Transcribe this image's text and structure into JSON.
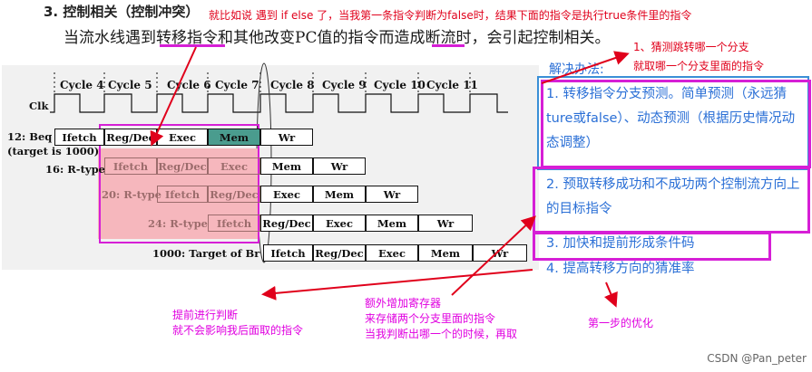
{
  "header": {
    "title": "3. 控制相关（控制冲突）",
    "note_top": "就比如说 遇到 if else 了，当我第一条指令判断为false时，结果下面的指令是执行true条件里的指令",
    "desc_a": "当流水线遇到",
    "desc_b": "转移指令",
    "desc_c": "和其他改变PC值的指令而造成",
    "desc_d": "断流",
    "desc_e": "时，会引起控制相关。"
  },
  "pipeline": {
    "cycles": [
      "Cycle 4",
      "Cycle 5",
      "Cycle 6",
      "Cycle 7",
      "Cycle 8",
      "Cycle 9",
      "Cycle 10",
      "Cycle 11"
    ],
    "clk": "Clk",
    "instructions": [
      {
        "label": "12: Beq",
        "sub": "(target is 1000)",
        "stages": [
          "Ifetch",
          "Reg/Dec",
          "Exec",
          "Mem",
          "Wr"
        ]
      },
      {
        "label": "16: R-type",
        "stages": [
          "Ifetch",
          "Reg/Dec",
          "Exec",
          "Mem",
          "Wr"
        ]
      },
      {
        "label": "20: R-type",
        "stages": [
          "Ifetch",
          "Reg/Dec",
          "Exec",
          "Mem",
          "Wr"
        ]
      },
      {
        "label": "24: R-type",
        "stages": [
          "Ifetch",
          "Reg/Dec",
          "Exec",
          "Mem",
          "Wr"
        ]
      },
      {
        "label": "1000: Target of Br",
        "stages": [
          "Ifetch",
          "Reg/Dec",
          "Exec",
          "Mem",
          "Wr"
        ]
      }
    ]
  },
  "notes": {
    "guess_1": "1、猜测跳转哪一个分支",
    "guess_2": "就取哪一个分支里面的指令",
    "solution_title": "解决办法:",
    "sol1": "1. 转移指令分支预测。简单预测（永远猜ture或false）、动态预测（根据历史情况动态调整）",
    "sol2": "2. 预取转移成功和不成功两个控制流方向上的目标指令",
    "sol3": "3. 加快和提前形成条件码",
    "sol4": "4. 提高转移方向的猜准率",
    "ann_left_1": "提前进行判断",
    "ann_left_2": "就不会影响我后面取的指令",
    "ann_mid_1": "额外增加寄存器",
    "ann_mid_2": "来存储两个分支里面的指令",
    "ann_mid_3": "当我判断出哪一个的时候，再取",
    "ann_right": "第一步的优化"
  },
  "footer": {
    "credit": "CSDN @Pan_peter"
  }
}
